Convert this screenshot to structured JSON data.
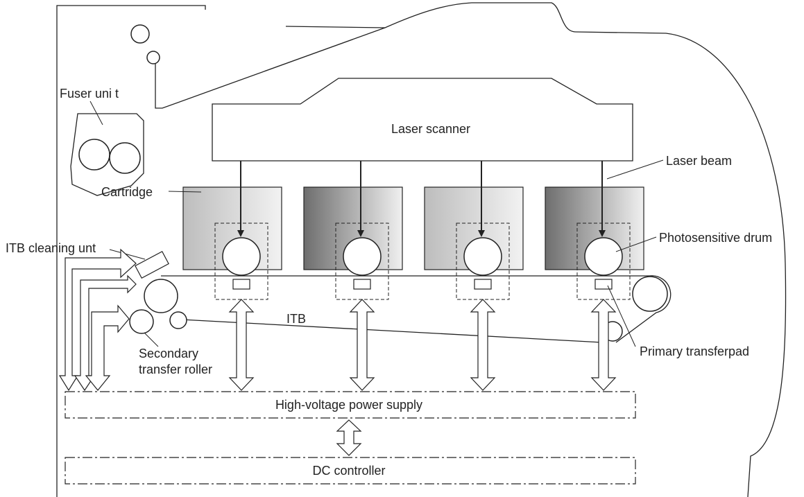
{
  "labels": {
    "fuser_unit": "Fuser uni t",
    "laser_scanner": "Laser scanner",
    "laser_beam": "Laser beam",
    "cartridge": "Cartridge",
    "itb_cleaning_unit": "ITB cleaning unt",
    "photosensitive_drum": "Photosensitive drum",
    "itb": "ITB",
    "secondary_transfer_roller_line1": "Secondary",
    "secondary_transfer_roller_line2": "transfer roller",
    "primary_transfer_pad": "Primary transferpad",
    "high_voltage_power_supply": "High-voltage power supply",
    "dc_controller": "DC controller"
  },
  "colors": {
    "line": "#222222",
    "cartridge_light_start": "#bdbdbd",
    "cartridge_light_end": "#f2f2f2",
    "cartridge_dark_start": "#6e6e6e",
    "cartridge_dark_end": "#f0f0f0"
  },
  "cartridges": [
    {
      "shade": "light"
    },
    {
      "shade": "dark"
    },
    {
      "shade": "light"
    },
    {
      "shade": "dark"
    }
  ]
}
